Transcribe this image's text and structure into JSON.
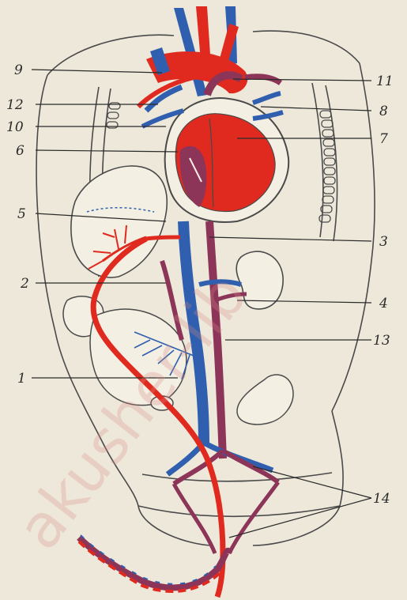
{
  "colors": {
    "background": "#ede8d9",
    "artery": "#e02a1f",
    "vein": "#2f5fae",
    "mixed": "#8c3558",
    "outline": "#4a4a4a",
    "watermark": "#d98a8a"
  },
  "labels": {
    "l1": "1",
    "l2": "2",
    "l3": "3",
    "l4": "4",
    "l5": "5",
    "l6": "6",
    "l7": "7",
    "l8": "8",
    "l9": "9",
    "l10": "10",
    "l11": "11",
    "l12": "12",
    "l13": "13",
    "l14": "14"
  },
  "watermark": "akusher-lib"
}
